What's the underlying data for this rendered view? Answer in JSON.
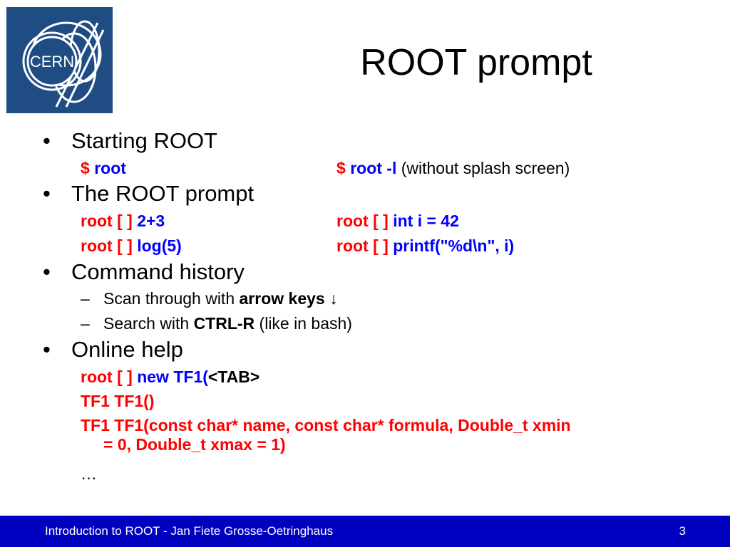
{
  "logo": {
    "text": "CERN"
  },
  "slide": {
    "title": "ROOT prompt"
  },
  "bullets": {
    "starting": {
      "label": "Starting ROOT",
      "cmd1_dollar": "$",
      "cmd1": "root",
      "cmd2_dollar": "$",
      "cmd2": "root -l",
      "cmd2_note": "(without splash screen)"
    },
    "prompt": {
      "label": "The ROOT prompt",
      "lines": [
        {
          "prompt": "root [ ]",
          "code": "2+3"
        },
        {
          "prompt": "root [ ]",
          "code": "int i = 42"
        },
        {
          "prompt": "root [ ]",
          "code": "log(5)"
        },
        {
          "prompt": "root [ ]",
          "code": "printf(\"%d\\n\", i)"
        }
      ]
    },
    "history": {
      "label": "Command history",
      "sub1_pre": "Scan through with",
      "sub1_bold": "arrow keys",
      "sub1_arrow": "↓",
      "sub2_pre": "Search with",
      "sub2_bold": "CTRL-R",
      "sub2_post": "(like in bash)"
    },
    "help": {
      "label": "Online help",
      "line1_prompt": "root [ ]",
      "line1_code": "new TF1(",
      "line1_key": "<TAB>",
      "line2": "TF1 TF1()",
      "line3a": "TF1 TF1(const char* name, const char* formula, Double_t xmin",
      "line3b": "= 0, Double_t xmax = 1)",
      "ellipsis": "…"
    }
  },
  "footer": {
    "text": "Introduction to ROOT - Jan Fiete Grosse-Oetringhaus",
    "page": "3"
  },
  "colors": {
    "footer_bg": "#0000c0",
    "logo_bg": "#1f4c82",
    "prompt_red": "#ff0000",
    "code_blue": "#0000ff"
  }
}
